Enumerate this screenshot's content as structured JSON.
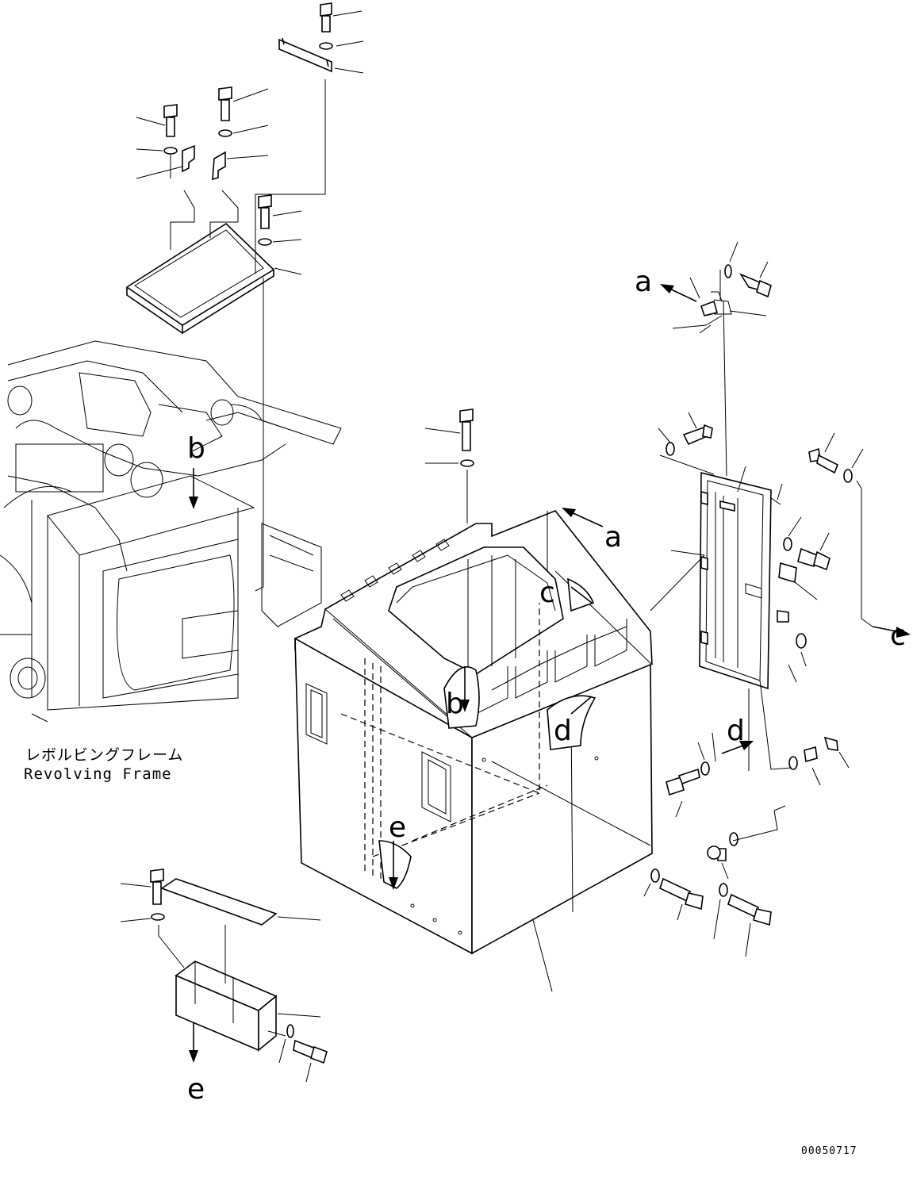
{
  "figure": {
    "callouts": {
      "a_top": "a",
      "a_mid": "a",
      "b_left": "b",
      "b_center": "b",
      "c_right": "c",
      "c_center": "c",
      "d_right": "d",
      "d_center": "d",
      "e_center": "e",
      "e_bottom": "e"
    },
    "frame_label_jp": "レボルビングフレーム",
    "frame_label_en": "Revolving Frame",
    "drawing_number": "00050717"
  }
}
